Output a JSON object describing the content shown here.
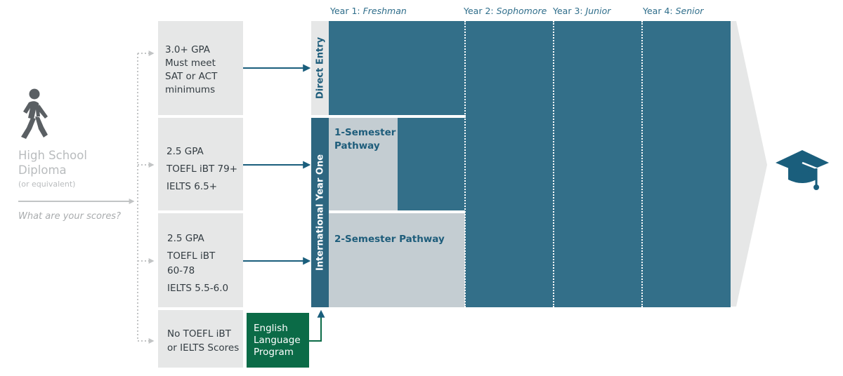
{
  "years": [
    {
      "prefix": "Year 1: ",
      "name": "Freshman"
    },
    {
      "prefix": "Year 2: ",
      "name": "Sophomore"
    },
    {
      "prefix": "Year 3: ",
      "name": "Junior"
    },
    {
      "prefix": "Year 4: ",
      "name": "Senior"
    }
  ],
  "start": {
    "title_line1": "High School",
    "title_line2": "Diploma",
    "subtitle": "(or equivalent)",
    "question": "What are your scores?"
  },
  "requirements": [
    {
      "lines": [
        "3.0+ GPA",
        "Must meet",
        "SAT or ACT",
        "minimums"
      ]
    },
    {
      "lines": [
        "2.5 GPA",
        "TOEFL iBT 79+",
        "IELTS 6.5+"
      ]
    },
    {
      "lines": [
        "2.5 GPA",
        "TOEFL iBT",
        "60-78",
        "IELTS 5.5-6.0"
      ]
    },
    {
      "lines": [
        "No TOEFL iBT",
        "or IELTS Scores"
      ]
    }
  ],
  "entries": {
    "direct": "Direct Entry",
    "iyo": "International Year One"
  },
  "pathways": {
    "one_line1": "1-Semester",
    "one_line2": "Pathway",
    "two": "2-Semester Pathway"
  },
  "elp": {
    "line1": "English",
    "line2": "Language",
    "line3": "Program"
  },
  "colors": {
    "band": "#2d6680",
    "block": "#336f89",
    "light_block": "#c4cdd2",
    "panel": "#e6e7e7",
    "elp": "#0b6b47",
    "arrow": "#1a5e7c"
  },
  "icons": {
    "person": "walking-person-icon",
    "goal": "graduation-cap-icon"
  }
}
